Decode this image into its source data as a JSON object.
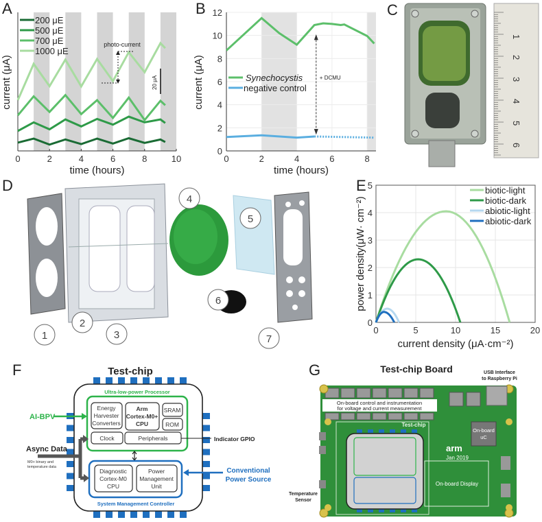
{
  "panel_labels": {
    "a": "A",
    "b": "B",
    "c": "C",
    "d": "D",
    "e": "E",
    "f": "F",
    "g": "G"
  },
  "chart_data": [
    {
      "id": "A",
      "type": "line",
      "title": "",
      "xlabel": "time (hours)",
      "ylabel": "current (μA)",
      "xlim": [
        0,
        10
      ],
      "xticks": [
        "0",
        "2",
        "4",
        "6",
        "8",
        "10"
      ],
      "dark_periods": [
        [
          1,
          2
        ],
        [
          3,
          4
        ],
        [
          5,
          6
        ],
        [
          7,
          8
        ],
        [
          9,
          10
        ]
      ],
      "x": [
        0,
        1,
        2,
        3,
        4,
        5,
        6,
        7,
        8,
        9,
        9.3
      ],
      "series": [
        {
          "name": "200 μE",
          "color": "#1a6b34",
          "values": [
            6.5,
            9.7,
            5,
            9,
            5.4,
            9.7,
            5.8,
            10,
            6.3,
            9,
            7
          ]
        },
        {
          "name": "500 μE",
          "color": "#2e9a48",
          "values": [
            15.7,
            22.5,
            17,
            24.8,
            19.3,
            25.2,
            20.7,
            27,
            22.5,
            24.8,
            22
          ]
        },
        {
          "name": "700 μE",
          "color": "#5cbf6a",
          "values": [
            28,
            43,
            30.7,
            44,
            29,
            40,
            26,
            42,
            24.3,
            39.5,
            36
          ]
        },
        {
          "name": "1000 μE",
          "color": "#a8dca0",
          "values": [
            40,
            68.6,
            51,
            71.9,
            50.8,
            72.4,
            55,
            77.8,
            62,
            84.9,
            81
          ]
        }
      ],
      "annotations": {
        "photo_current": "photo-current",
        "scale_bar": "20 μA"
      }
    },
    {
      "id": "B",
      "type": "line",
      "xlabel": "time (hours)",
      "ylabel": "current (μA)",
      "xlim": [
        0,
        8.5
      ],
      "ylim": [
        0,
        12
      ],
      "xticks": [
        "0",
        "2",
        "4",
        "6",
        "8"
      ],
      "yticks": [
        "0",
        "2",
        "4",
        "6",
        "8",
        "10",
        "12"
      ],
      "dark_periods": [
        [
          2,
          4
        ],
        [
          8,
          8.5
        ]
      ],
      "series": [
        {
          "name": "Synechocystis",
          "color": "#5cbf6a",
          "x": [
            0,
            2,
            3,
            4,
            5,
            5.5,
            6,
            6.5,
            6.7,
            8,
            8.4
          ],
          "values": [
            8.7,
            11.5,
            10.2,
            9.2,
            10.9,
            11.05,
            11.0,
            10.9,
            10.95,
            9.95,
            9.3
          ]
        },
        {
          "name": "negative control",
          "color": "#5aaee0",
          "x": [
            0,
            2,
            4,
            5
          ],
          "values": [
            1.2,
            1.35,
            1.15,
            1.25
          ],
          "dotted_x": [
            5,
            8.4
          ],
          "dotted_values": [
            1.25,
            1.15
          ]
        }
      ],
      "annotations": {
        "dcmu": "+ DCMU",
        "dcmu_time": 5.1
      }
    },
    {
      "id": "E",
      "type": "line",
      "xlabel": "current density (μA·cm⁻²)",
      "ylabel": "power density(μW· cm⁻²)",
      "xlim": [
        0,
        20
      ],
      "ylim": [
        0,
        5
      ],
      "xticks": [
        "0",
        "5",
        "10",
        "15",
        "20"
      ],
      "yticks": [
        "0",
        "1",
        "2",
        "3",
        "4",
        "5"
      ],
      "legend_position": "top-right",
      "series": [
        {
          "name": "biotic-light",
          "color": "#a8dca0",
          "peak_x": 8.8,
          "peak_y": 4.05,
          "max_x": 16.8
        },
        {
          "name": "biotic-dark",
          "color": "#2e9a48",
          "peak_x": 5.3,
          "peak_y": 2.3,
          "max_x": 10.6
        },
        {
          "name": "abiotic-light",
          "color": "#b5d8f0",
          "peak_x": 1.4,
          "peak_y": 0.5,
          "max_x": 2.9
        },
        {
          "name": "abiotic-dark",
          "color": "#1f6fbf",
          "peak_x": 1.0,
          "peak_y": 0.38,
          "max_x": 2.3
        }
      ]
    }
  ],
  "panel_d": {
    "part_labels": [
      "1",
      "2",
      "3",
      "4",
      "5",
      "6",
      "7"
    ]
  },
  "panel_c": {
    "ruler_numbers": [
      "1",
      "2",
      "3",
      "4",
      "5",
      "6"
    ]
  },
  "panel_f": {
    "title": "Test-chip",
    "processor_label": "Ultra-low-power Processor",
    "controller_label": "System Management Controller",
    "blocks": {
      "energy": [
        "Energy",
        "Harvester",
        "Converters"
      ],
      "cpu": [
        "Arm",
        "Cortex-M0+",
        "CPU"
      ],
      "sram": "SRAM",
      "rom": "ROM",
      "clock": "Clock",
      "peripherals": "Peripherals",
      "diagnostic": [
        "Diagnostic",
        "Cortex-M0",
        "CPU"
      ],
      "pmu": [
        "Power",
        "Management",
        "Unit"
      ]
    },
    "ai_bpv": "AI-BPV",
    "indicator_gpio": "Indicator GPIO",
    "async_data": "Async Data",
    "async_sub": [
      "M0+ binary and",
      "temperature data"
    ],
    "power_source": [
      "Conventional",
      "Power Source"
    ],
    "colors": {
      "green": "#2db34a",
      "blue": "#1f6fbf",
      "pin": "#1f6fbf"
    }
  },
  "panel_g": {
    "title": "Test-chip Board",
    "usb": [
      "USB Interface",
      "to Raspberry Pi"
    ],
    "control": [
      "On-board control and instrumentation",
      "for voltage and current measurement"
    ],
    "chip_label": "Test-chip",
    "uc": [
      "On-board",
      "uC"
    ],
    "logo": "arm",
    "date": "Jan 2019",
    "display": "On-board Display",
    "temp": [
      "Temperature",
      "Sensor"
    ],
    "board_color": "#2f8f3a"
  }
}
